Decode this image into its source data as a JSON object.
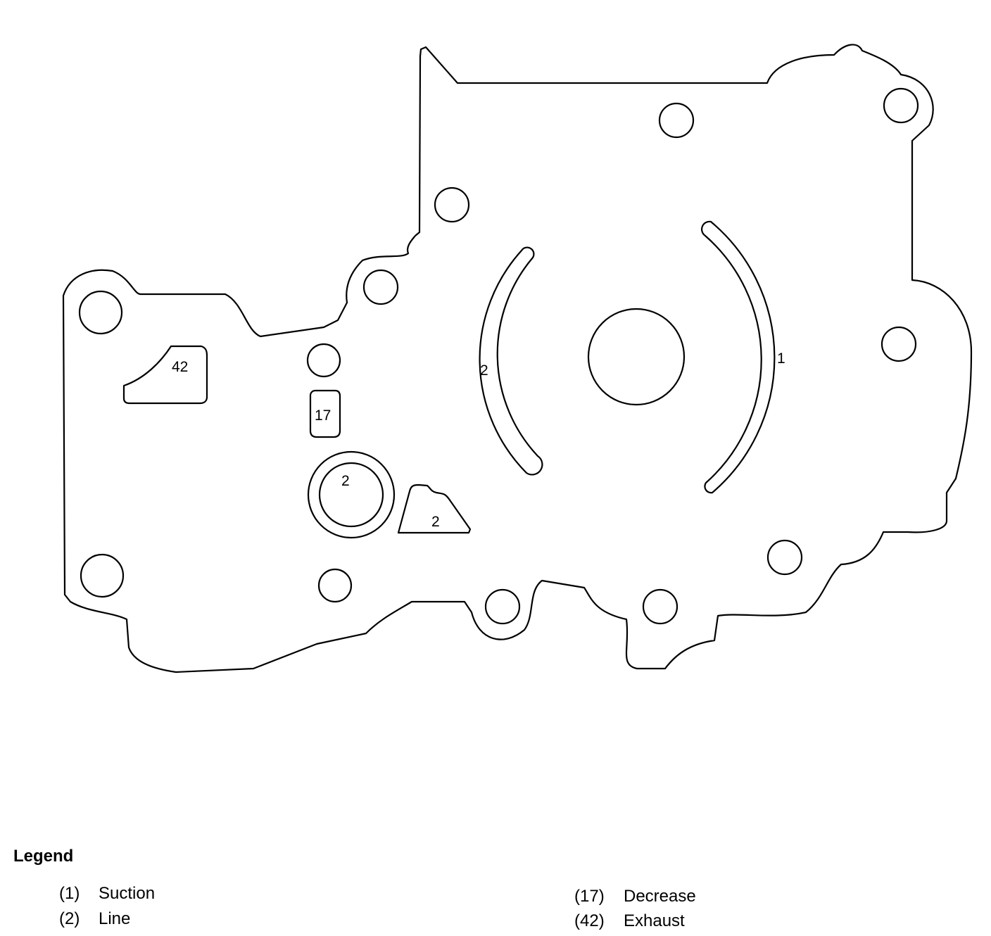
{
  "diagram": {
    "callouts": {
      "passage_suction": "1",
      "passage_line_arc": "2",
      "passage_line_bore": "2",
      "passage_line_wedge": "2",
      "passage_decrease": "17",
      "passage_exhaust": "42"
    }
  },
  "legend": {
    "title": "Legend",
    "items": [
      {
        "number": "(1)",
        "label": "Suction"
      },
      {
        "number": "(2)",
        "label": "Line"
      },
      {
        "number": "(17)",
        "label": "Decrease"
      },
      {
        "number": "(42)",
        "label": "Exhaust"
      }
    ]
  }
}
